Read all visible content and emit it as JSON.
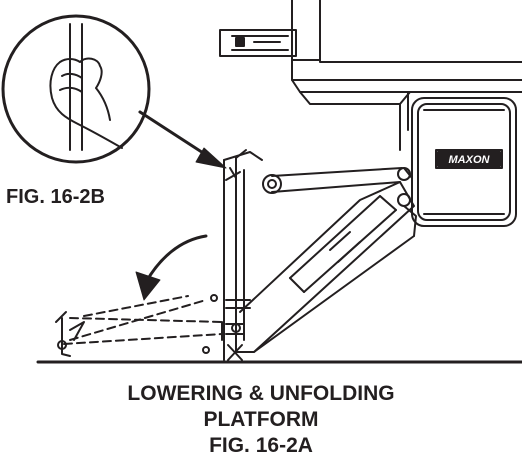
{
  "figure": {
    "detail_label": "FIG. 16-2B",
    "brand_label": "MAXON",
    "caption_lines": [
      "LOWERING & UNFOLDING",
      "PLATFORM",
      "FIG. 16-2A"
    ]
  },
  "colors": {
    "ink": "#231f20",
    "background": "#ffffff"
  },
  "icons": [
    "hand-grip-icon",
    "arrow-icon",
    "curved-arrow-icon"
  ]
}
